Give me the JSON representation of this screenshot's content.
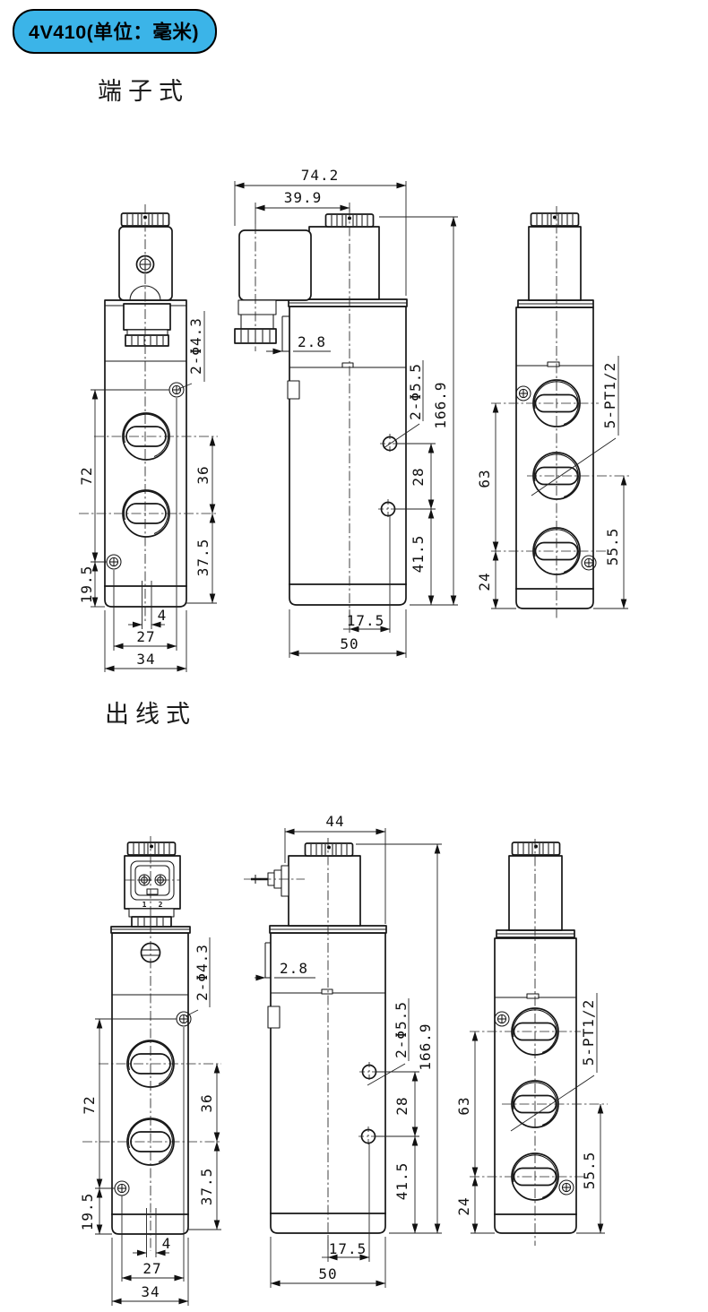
{
  "header": {
    "badge_label": "4V410(单位：毫米)",
    "badge_color": "#3bb4e8"
  },
  "sections": [
    {
      "label": "端子式",
      "front": {
        "total_height": "72",
        "foot": "19.5",
        "port_gap": "36",
        "port_to_base": "37.5",
        "slot": "4",
        "screw_span": "27",
        "width": "34",
        "screw_note": "2-Φ4.3"
      },
      "side": {
        "overall_width": "74.2",
        "coil_center": "39.9",
        "step": "2.8",
        "hole_note": "2-Φ5.5",
        "overall_height": "166.9",
        "hole_gap": "28",
        "hole_to_base": "41.5",
        "hole_offset": "17.5",
        "depth": "50"
      },
      "rear": {
        "port_span": "63",
        "port_to_base": "24",
        "mid_port_to_base": "55.5",
        "thread_note": "5-PT1/2"
      }
    },
    {
      "label": "出线式",
      "terminals": {
        "t1": "1",
        "t2": "2"
      },
      "front": {
        "total_height": "72",
        "foot": "19.5",
        "port_gap": "36",
        "port_to_base": "37.5",
        "slot": "4",
        "screw_span": "27",
        "width": "34",
        "screw_note": "2-Φ4.3"
      },
      "side": {
        "coil_width": "44",
        "step": "2.8",
        "hole_note": "2-Φ5.5",
        "overall_height": "166.9",
        "hole_gap": "28",
        "hole_to_base": "41.5",
        "hole_offset": "17.5",
        "depth": "50"
      },
      "rear": {
        "port_span": "63",
        "port_to_base": "24",
        "mid_port_to_base": "55.5",
        "thread_note": "5-PT1/2"
      }
    }
  ]
}
